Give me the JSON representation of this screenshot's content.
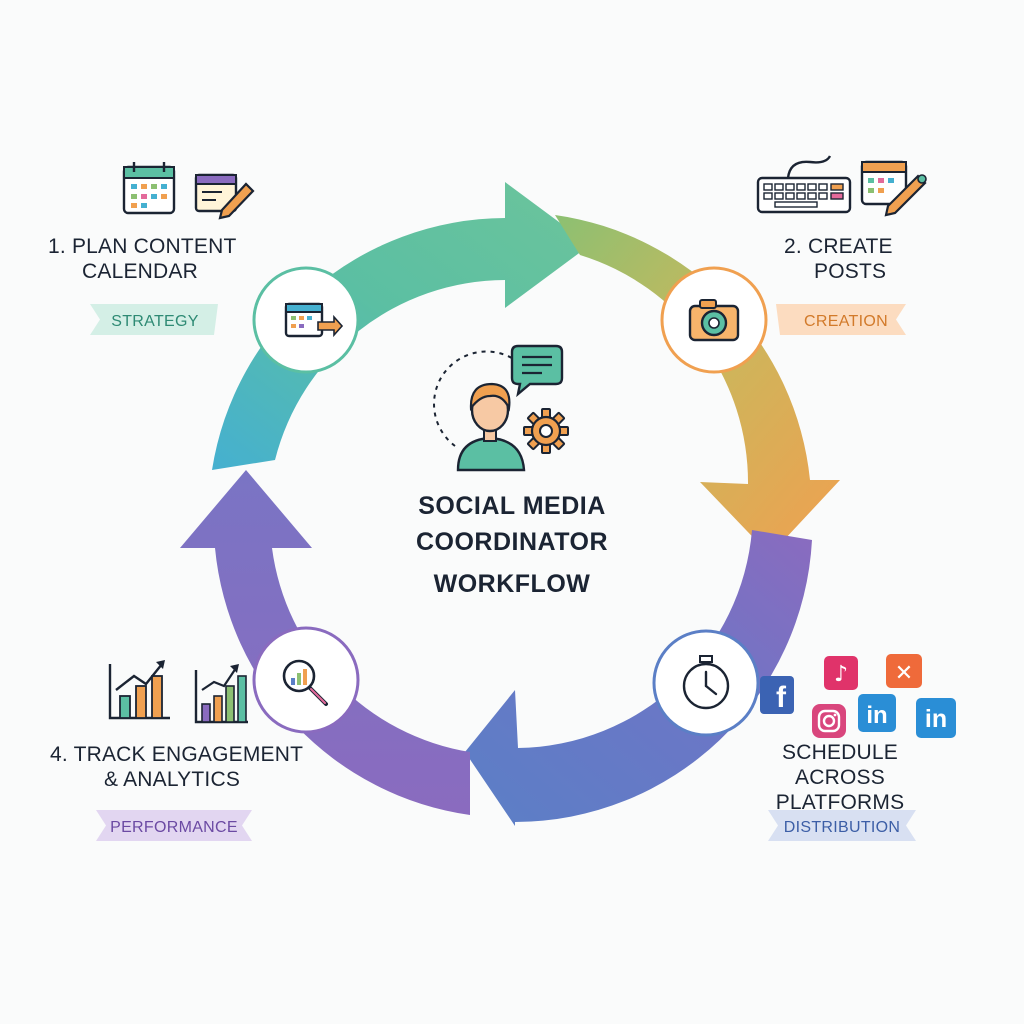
{
  "title": {
    "line1": "SOCIAL MEDIA",
    "line2": "COORDINATOR",
    "line3": "WORKFLOW"
  },
  "steps": [
    {
      "label_line1": "1. PLAN CONTENT",
      "label_line2": "CALENDAR",
      "tag": "STRATEGY",
      "color": "#5bbfa3"
    },
    {
      "label_line1": "2. CREATE",
      "label_line2": "POSTS",
      "tag": "CREATION",
      "color": "#f0a050"
    },
    {
      "label_line1": "SCHEDULE",
      "label_line2": "ACROSS PLATFORMS",
      "tag": "DISTRIBUTION",
      "color": "#5b7fc6"
    },
    {
      "label_line1": "4. TRACK ENGAGEMENT",
      "label_line2": "& ANALYTICS",
      "tag": "PERFORMANCE",
      "color": "#8a6bbf"
    }
  ],
  "colors": {
    "teal": "#5bbfa3",
    "green": "#8cc072",
    "orange": "#f0a050",
    "purple": "#8a6bbf",
    "blue": "#5b7fc6",
    "sky": "#45b0d0"
  },
  "platforms": [
    "facebook-icon",
    "tiktok-icon",
    "x-icon",
    "instagram-icon",
    "linkedin-icon",
    "linkedin-icon"
  ],
  "platform_glyphs": {
    "facebook": "f",
    "tiktok": "♪",
    "x": "✕",
    "linkedin": "in"
  }
}
